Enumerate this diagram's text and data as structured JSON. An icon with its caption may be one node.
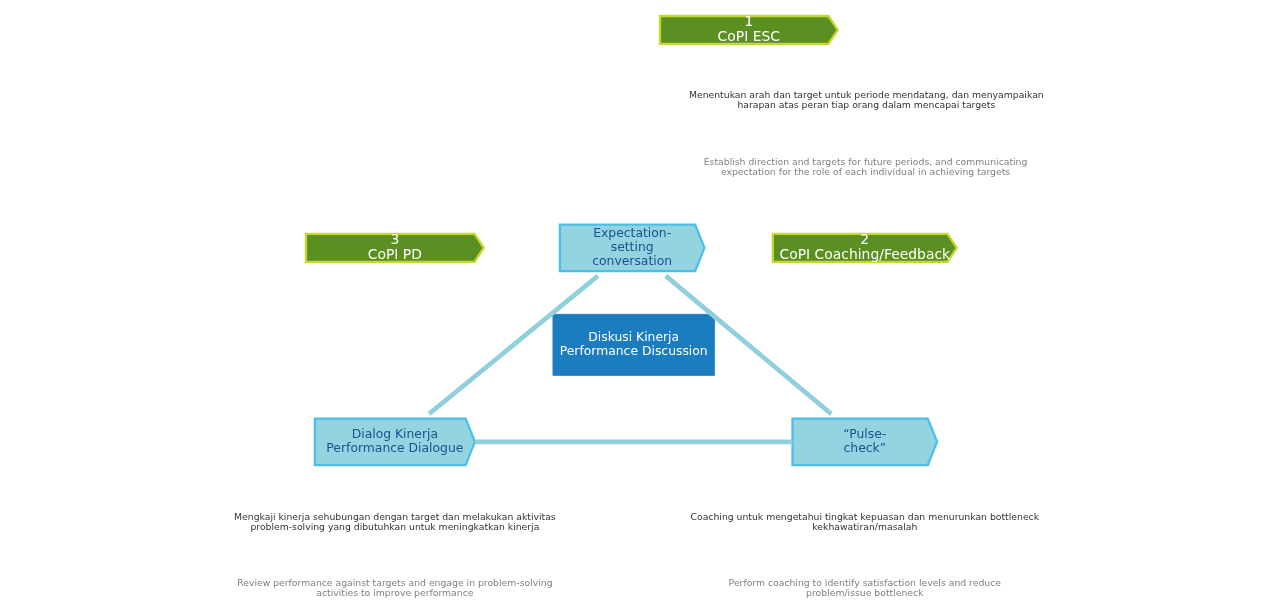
{
  "diagram": {
    "nodes": [
      {
        "text": [
          "1",
          "CoPI ESC"
        ]
      },
      {
        "text": [
          "2",
          "CoPI Coaching/Feedback"
        ]
      },
      {
        "text": [
          "3",
          "CoPI PD"
        ]
      },
      {
        "text": [
          "Expectation- setting conversation"
        ]
      },
      {
        "text": [
          "Diskusi Kinerja",
          "Performance Discussion"
        ]
      },
      {
        "text": [
          "Dialog Kinerja",
          "Performance Dialogue"
        ]
      },
      {
        "text": [
          "“Pulse- check”"
        ]
      }
    ],
    "edges": [
      {
        "from": 3,
        "to": 6,
        "arrow": "none"
      },
      {
        "from": 5,
        "to": 6,
        "arrow": "none"
      },
      {
        "from": 5,
        "to": 3,
        "arrow": "none"
      }
    ],
    "labels": [
      "Menentukan arah dan target untuk periode mendatang, dan menyampaikan harapan atas peran tiap orang dalam mencapai targets",
      "Establish direction and targets for future periods, and communicating expectation for the role of each individual in achieving targets",
      "Mengkaji kinerja sehubungan dengan target dan melakukan aktivitas problem-solving yang dibutuhkan untuk meningkatkan kinerja",
      "Review performance against targets and engage in problem-solving activities to improve performance",
      "Coaching untuk mengetahui tingkat kepuasan dan menurunkan bottleneck kekhawatiran/masalah",
      "Perform coaching to identify satisfaction levels and reduce problem/issue bottleneck"
    ]
  }
}
